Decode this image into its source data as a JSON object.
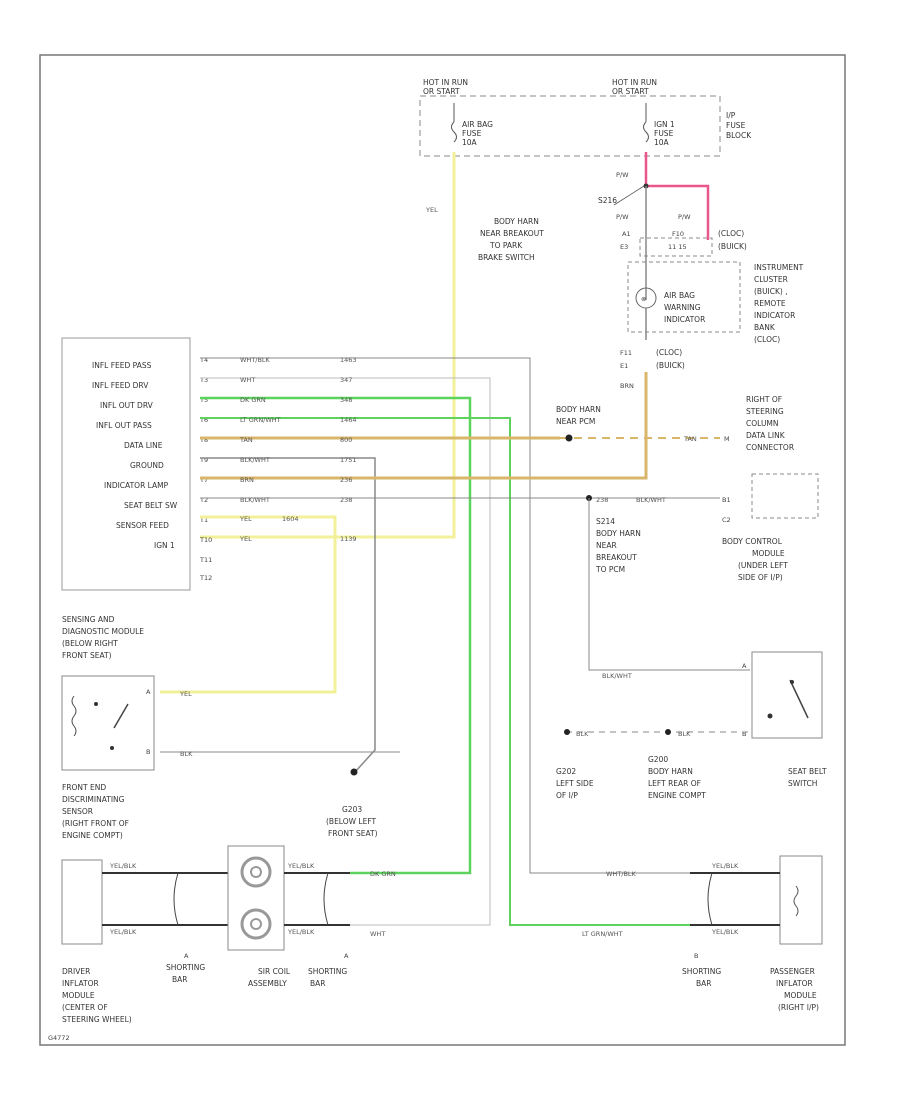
{
  "fuse_block": {
    "left_hot": [
      "HOT IN RUN",
      "OR START"
    ],
    "right_hot": [
      "HOT IN RUN",
      "OR START"
    ],
    "left_fuse": [
      "AIR BAG",
      "FUSE",
      "10A"
    ],
    "right_fuse": [
      "IGN 1",
      "FUSE",
      "10A"
    ],
    "block_label": [
      "I/P",
      "FUSE",
      "BLOCK"
    ]
  },
  "splices": {
    "s216": "S216",
    "s216_desc": [
      "BODY HARN",
      "NEAR BREAKOUT",
      "TO PARK",
      "BRAKE SWITCH"
    ],
    "s203": "BODY HARN",
    "s203_desc": "NEAR PCM",
    "s214": "S214",
    "s214_desc": [
      "BODY HARN",
      "NEAR",
      "BREAKOUT",
      "TO PCM"
    ]
  },
  "cluster": {
    "labels": [
      "(CLOC)",
      "(BUICK)"
    ],
    "lamp_label": [
      "AIR BAG",
      "WARNING",
      "INDICATOR"
    ],
    "ic_desc": [
      "INSTRUMENT",
      "CLUSTER",
      "(BUICK) ,",
      "REMOTE",
      "INDICATOR",
      "BANK",
      "(CLOC)"
    ],
    "lower_labels": [
      "(CLOC)",
      "(BUICK)"
    ],
    "pins": [
      "P/W",
      "P/W",
      "P/W",
      "A1",
      "E3",
      "F10",
      "11 15",
      "F11",
      "E1",
      "BRN"
    ]
  },
  "data_link": {
    "desc": [
      "RIGHT OF",
      "STEERING",
      "COLUMN",
      "DATA LINK",
      "CONNECTOR"
    ],
    "tan": "TAN",
    "pin": "M"
  },
  "bcm": {
    "desc": [
      "BODY CONTROL",
      "MODULE",
      "(UNDER LEFT",
      "SIDE OF I/P)"
    ],
    "pins": [
      "B1",
      "C2"
    ]
  },
  "sdm": {
    "rows": [
      {
        "label": "INFL FEED PASS",
        "pin": "T4",
        "color": "WHT/BLK",
        "circuit": "1463"
      },
      {
        "label": "INFL FEED DRV",
        "pin": "T3",
        "color": "WHT",
        "circuit": "347"
      },
      {
        "label": "INFL OUT DRV",
        "pin": "T5",
        "color": "DK GRN",
        "circuit": "348"
      },
      {
        "label": "INFL OUT PASS",
        "pin": "T6",
        "color": "LT GRN/WHT",
        "circuit": "1464"
      },
      {
        "label": "DATA LINE",
        "pin": "T8",
        "color": "TAN",
        "circuit": "800"
      },
      {
        "label": "GROUND",
        "pin": "T9",
        "color": "BLK/WHT",
        "circuit": "1751"
      },
      {
        "label": "INDICATOR LAMP",
        "pin": "T7",
        "color": "BRN",
        "circuit": "236"
      },
      {
        "label": "SEAT BELT SW",
        "pin": "T2",
        "color": "BLK/WHT",
        "circuit": "238"
      },
      {
        "label": "SENSOR FEED",
        "pin": "T1",
        "color": "YEL",
        "circuit": "1604"
      },
      {
        "label": "IGN 1",
        "pin": "T10",
        "color": "YEL",
        "circuit": "1139"
      }
    ],
    "extra_pins": [
      "T11",
      "T12"
    ],
    "desc": [
      "SENSING AND",
      "DIAGNOSTIC MODULE",
      "(BELOW RIGHT",
      "FRONT SEAT)"
    ]
  },
  "wires": {
    "yel_top": "YEL",
    "yel_sensor": "YEL",
    "blk_sensor": "BLK",
    "blk_wht_belt": "BLK/WHT",
    "blk_wht_s214": "BLK/WHT",
    "blk_belt_gnd": "BLK",
    "blk_g203": "BLK",
    "wht_blk_pass": "WHT/BLK",
    "lt_grn_pass": "LT GRN/WHT",
    "dk_grn_drv": "DK GRN",
    "wht_drv": "WHT",
    "circ_s214": "238"
  },
  "front_sensor": {
    "desc": [
      "FRONT END",
      "DISCRIMINATING",
      "SENSOR",
      "(RIGHT FRONT OF",
      "ENGINE COMPT)"
    ],
    "pins": [
      "A",
      "B"
    ]
  },
  "grounds": {
    "g203_desc": [
      "G203",
      "(BELOW LEFT",
      "FRONT SEAT)"
    ],
    "g202_desc": [
      "G202",
      "LEFT SIDE",
      "OF I/P"
    ],
    "g200_desc": [
      "G200",
      "BODY HARN",
      "LEFT REAR OF",
      "ENGINE COMPT"
    ]
  },
  "seat_belt": {
    "desc": [
      "SEAT BELT",
      "SWITCH"
    ],
    "pins": [
      "A",
      "B"
    ]
  },
  "bottom": {
    "yel_blk": "YEL/BLK",
    "driver_desc": [
      "DRIVER",
      "INFLATOR",
      "MODULE",
      "(CENTER OF",
      "STEERING WHEEL)"
    ],
    "shorting_bar_left": [
      "SHORTING",
      "BAR"
    ],
    "coil_desc": [
      "SIR COIL",
      "ASSEMBLY"
    ],
    "shorting_bar_mid": [
      "SHORTING",
      "BAR"
    ],
    "shorting_bar_right": [
      "SHORTING",
      "BAR"
    ],
    "pass_desc": [
      "PASSENGER",
      "INFLATOR",
      "MODULE",
      "(RIGHT I/P)"
    ],
    "pin_letters": [
      "A",
      "A",
      "B"
    ]
  },
  "figure_id": "G4772",
  "colors": {
    "yellow": "#f2f19a",
    "green": "#5dd35d",
    "tan": "#d9b66a",
    "pink": "#e9578a",
    "gray": "#8a8a8a"
  }
}
